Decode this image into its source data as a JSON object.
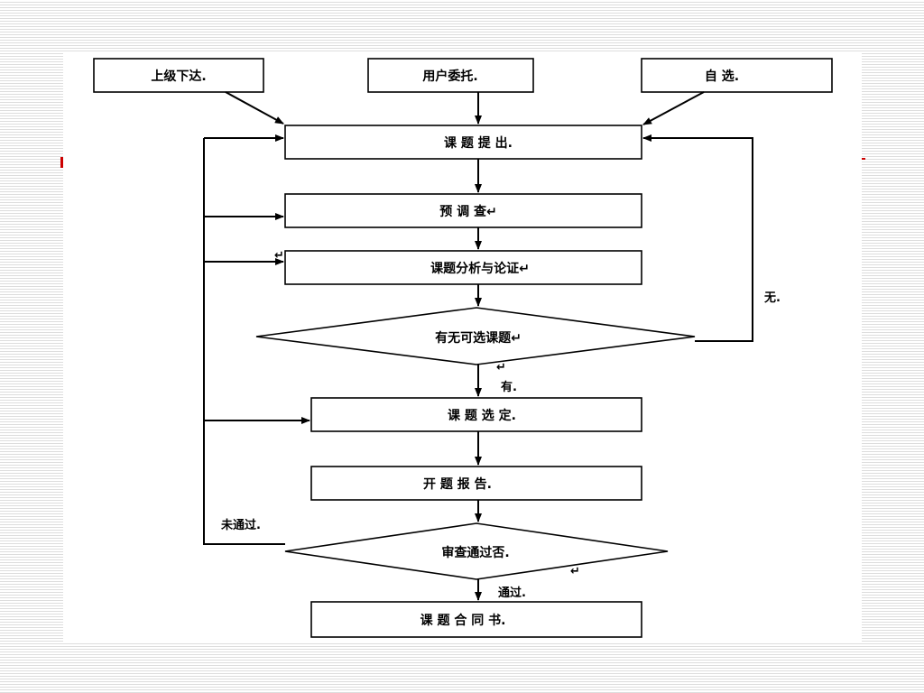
{
  "sources": {
    "superior": "上级下达.",
    "client": "用户委托.",
    "self": "自  选."
  },
  "steps": {
    "propose": "课   题   提   出.",
    "pre_survey": "预    调    查↵",
    "analysis": "课题分析与论证↵",
    "decision_choosable": "有无可选课题↵",
    "select": "课    题    选    定.",
    "proposal_report": "开    题    报    告.",
    "decision_review": "审查通过否.",
    "contract": "课  题  合  同  书."
  },
  "branches": {
    "none": "无.",
    "yes": "有.",
    "not_passed": "未通过.",
    "passed": "通过."
  },
  "marks": {
    "return_symbol": "↵"
  }
}
